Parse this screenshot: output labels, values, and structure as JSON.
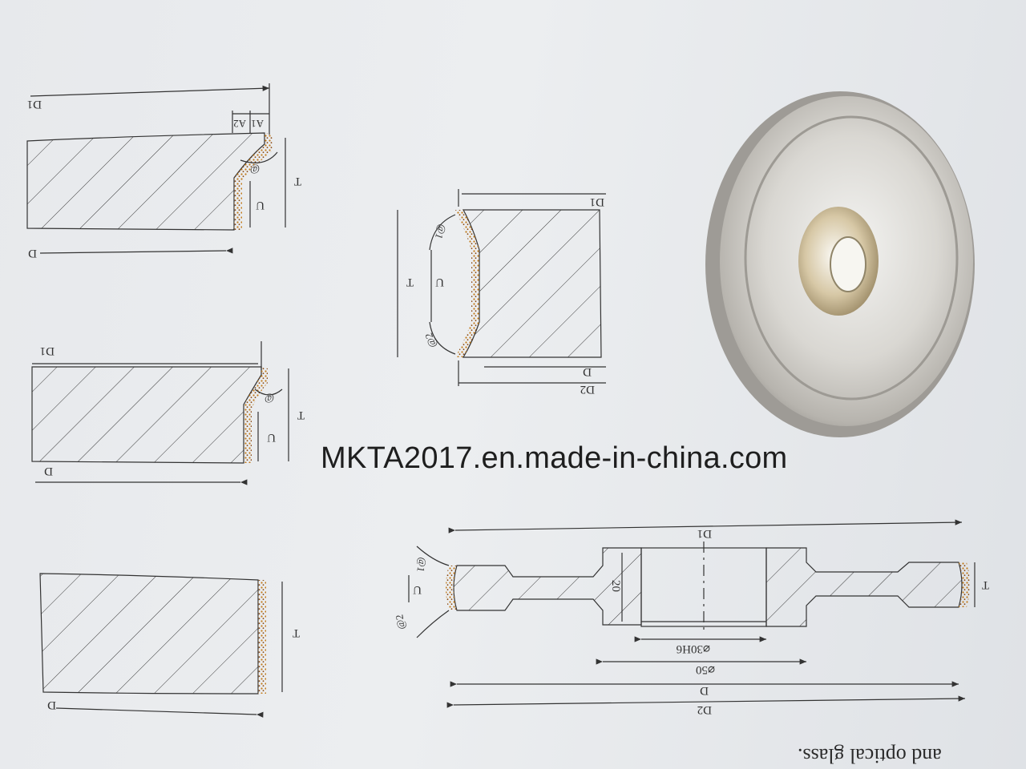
{
  "diagrams": {
    "wheel_a": {
      "d1": "D1",
      "a1": "A1",
      "a2": "A2",
      "angle": "@",
      "u": "U",
      "t": "T",
      "d": "D"
    },
    "wheel_b": {
      "d1": "D1",
      "angle": "@",
      "u": "U",
      "t": "T",
      "d": "D"
    },
    "wheel_c": {
      "t": "T",
      "d": "D"
    },
    "wheel_d": {
      "d1": "D1",
      "angle1": "@1",
      "u": "U",
      "t": "T",
      "angle2": "@2",
      "d": "D",
      "d2": "D2"
    },
    "wheel_e": {
      "d1": "D1",
      "height": "20",
      "bore": "⌀30H6",
      "hub": "⌀50",
      "d": "D",
      "d2": "D2",
      "angle1": "@1",
      "u": "U",
      "angle2": "@2",
      "t": "T"
    }
  },
  "watermark": "MKTA2017.en.made-in-china.com",
  "caption": "and optical glass."
}
